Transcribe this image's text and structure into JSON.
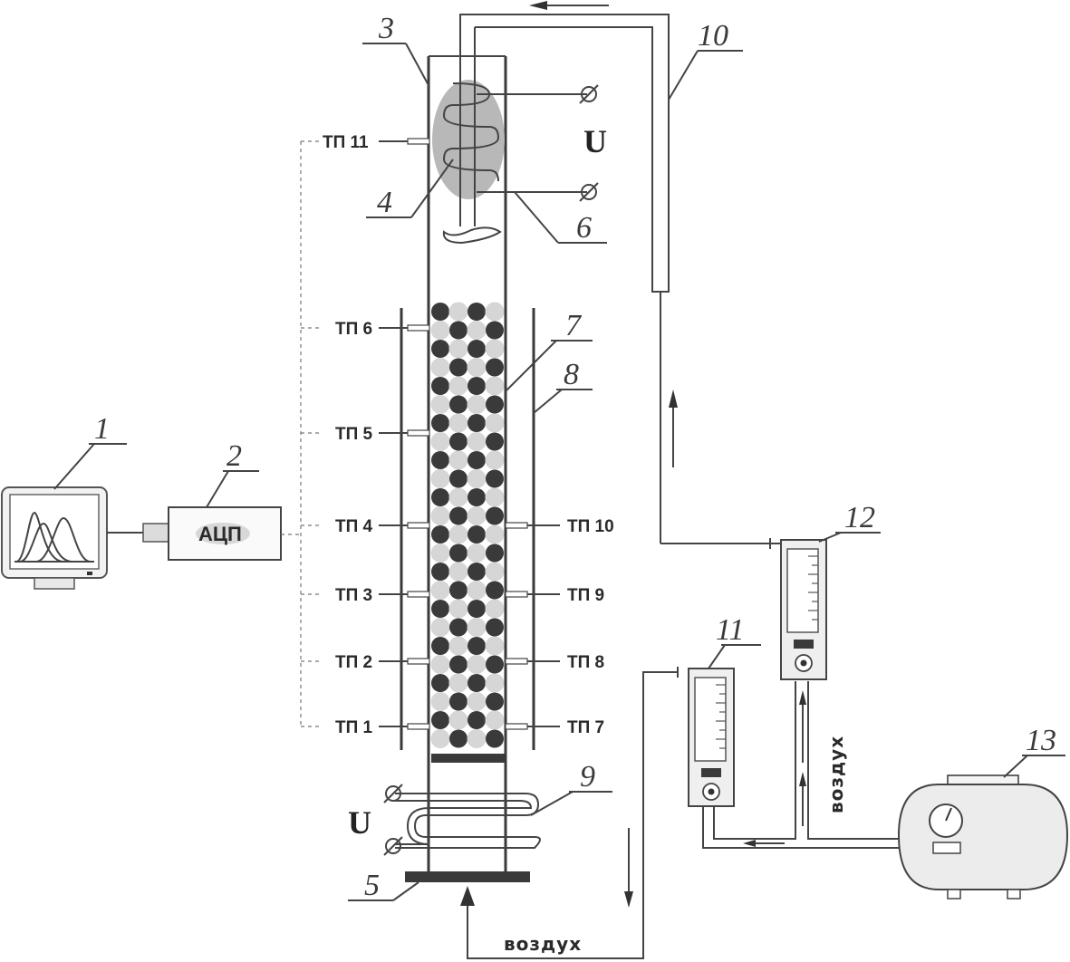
{
  "labels": {
    "n1": "1",
    "n2": "2",
    "n3": "3",
    "n4": "4",
    "n5": "5",
    "n6": "6",
    "n7": "7",
    "n8": "8",
    "n9": "9",
    "n10": "10",
    "n11": "11",
    "n12": "12",
    "n13": "13"
  },
  "adc": "АЦП",
  "voltage_top": "U",
  "voltage_bottom": "U",
  "air_bottom": "воздух",
  "air_right": "воздух",
  "thermocouples": {
    "tp11": "ТП 11",
    "tp6": "ТП 6",
    "tp5": "ТП 5",
    "tp4": "ТП 4",
    "tp3": "ТП 3",
    "tp2": "ТП 2",
    "tp1": "ТП 1",
    "tp10": "ТП 10",
    "tp9": "ТП 9",
    "tp8": "ТП 8",
    "tp7": "ТП 7"
  },
  "terminal_symbol": "Ø",
  "colors": {
    "dark_ball": "#3a3a3a",
    "light_ball": "#d6d6d6",
    "heater_ellipse": "#b8b8b8"
  }
}
